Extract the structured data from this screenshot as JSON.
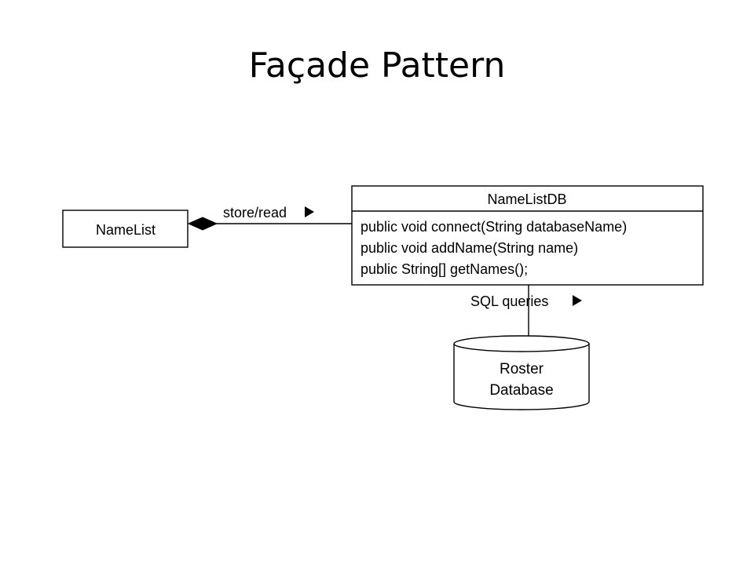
{
  "title": "Façade Pattern",
  "diagram": {
    "namelist": {
      "name": "NameList"
    },
    "namelistdb": {
      "name": "NameListDB",
      "methods": [
        "public void connect(String databaseName)",
        "public void addName(String name)",
        "public String[] getNames();"
      ]
    },
    "association": {
      "label": "store/read"
    },
    "queries": {
      "label": "SQL queries"
    },
    "database": {
      "line1": "Roster",
      "line2": "Database"
    }
  }
}
